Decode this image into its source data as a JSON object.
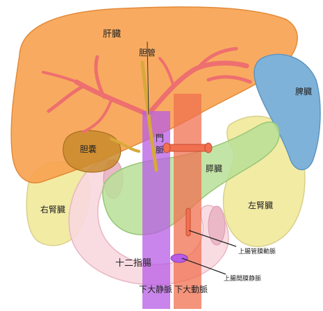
{
  "labels": {
    "liver": "肝臓",
    "bile_duct": "胆管",
    "spleen": "脾臓",
    "gallbladder": "胆嚢",
    "portal_vein": "門脈",
    "pancreas": "膵臓",
    "right_kidney": "右腎臓",
    "left_kidney": "左腎臓",
    "duodenum": "十二指腸",
    "sup_mesenteric_artery": "上腸管膜動脈",
    "sup_mesenteric_vein": "上腸間膜静脈",
    "ivc": "下大静脈",
    "aorta": "下大動脈"
  },
  "colors": {
    "liver": "#f7a24f",
    "spleen": "#7fb2d8",
    "kidney": "#f2eba4",
    "pancreas": "#b9df98",
    "duodenum": "#f8d8df",
    "gallbladder": "#c98a2c",
    "vein": "#b85ce6",
    "artery": "#f07050",
    "bile": "#d8a93a",
    "hepatic_vessels": "#ee6f6f"
  }
}
